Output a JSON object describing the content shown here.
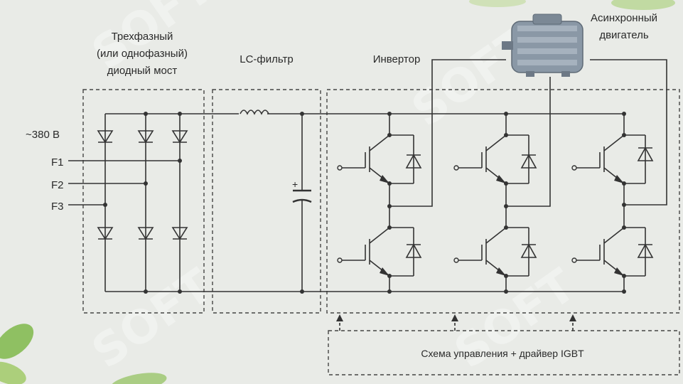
{
  "labels": {
    "bridge_line1": "Трехфазный",
    "bridge_line2": "(или однофазный)",
    "bridge_line3": "диодный мост",
    "lc_filter": "LC-фильтр",
    "inverter": "Инвертор",
    "motor_line1": "Асинхронный",
    "motor_line2": "двигатель",
    "voltage": "~380 В",
    "phase1": "F1",
    "phase2": "F2",
    "phase3": "F3",
    "capacitor_plus": "+",
    "control": "Схема управления + драйвер IGBT"
  },
  "colors": {
    "background": "#e9ebe7",
    "line": "#333333",
    "motor_body": "#8a98a6"
  },
  "icons": [
    "diode-icon",
    "igbt-icon",
    "inductor-icon",
    "capacitor-icon",
    "motor-icon",
    "leaf-icon"
  ]
}
